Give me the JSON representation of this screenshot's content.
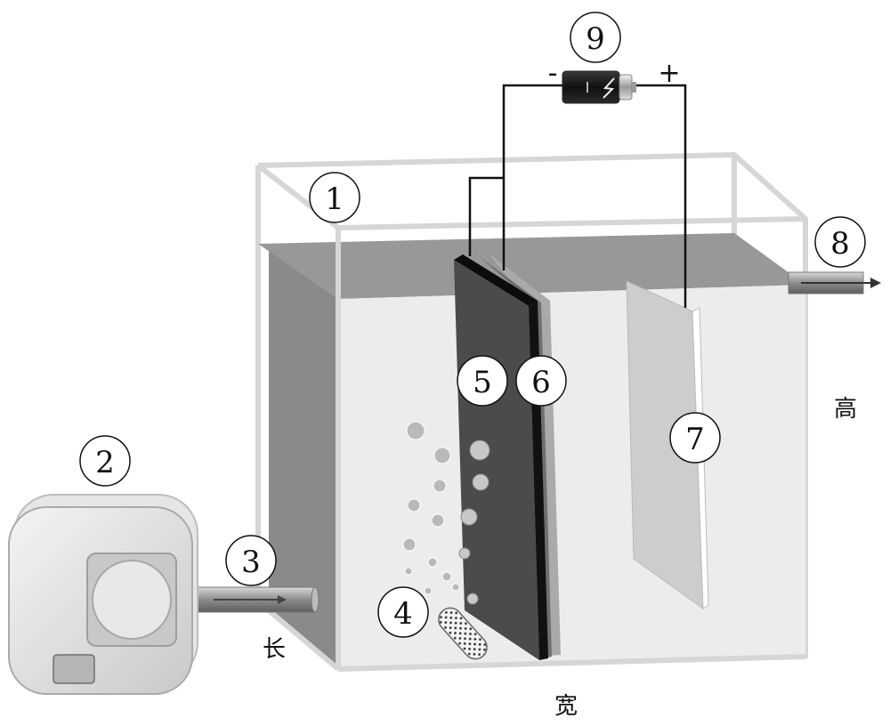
{
  "labels": {
    "tank": "1",
    "pump": "2",
    "inlet_pipe": "3",
    "aerator": "4",
    "electrode_5": "5",
    "electrode_6": "6",
    "electrode_7": "7",
    "outlet_pipe": "8",
    "battery": "9"
  },
  "terminals": {
    "negative": "-",
    "positive": "+"
  },
  "dimensions": {
    "length": "长",
    "width": "宽",
    "height": "高"
  }
}
